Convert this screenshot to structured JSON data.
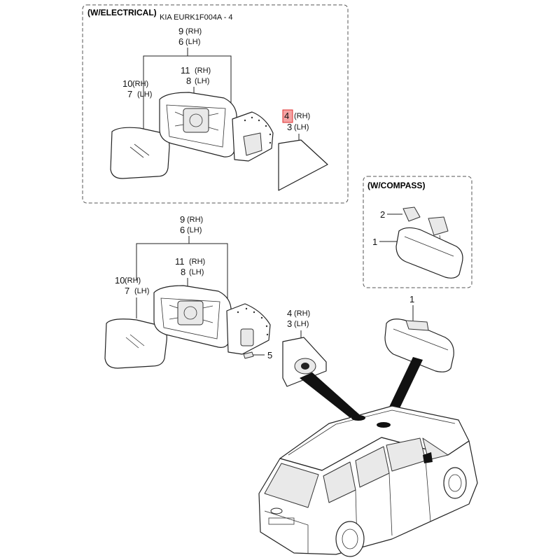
{
  "header": {
    "code": "KIA EURK1F004A - 4",
    "electrical_box_title": "(W/ELECTRICAL)",
    "compass_box_title": "(W/COMPASS)"
  },
  "electrical": {
    "c1_num": "9",
    "c1_side": "(RH)",
    "c2_num": "6",
    "c2_side": "(LH)",
    "c3_num": "11",
    "c3_side": "(RH)",
    "c4_num": "8",
    "c4_side": "(LH)",
    "c5_num": "10",
    "c5_side": "(RH)",
    "c6_num": "7",
    "c6_side": "(LH)",
    "c7_num": "4",
    "c7_side": "(RH)",
    "c8_num": "3",
    "c8_side": "(LH)"
  },
  "compass": {
    "c1_num": "2",
    "c2_num": "1"
  },
  "standard": {
    "c1_num": "9",
    "c1_side": "(RH)",
    "c2_num": "6",
    "c2_side": "(LH)",
    "c3_num": "11",
    "c3_side": "(RH)",
    "c4_num": "8",
    "c4_side": "(LH)",
    "c5_num": "10",
    "c5_side": "(RH)",
    "c6_num": "7",
    "c6_side": "(LH)",
    "c7_num": "4",
    "c7_side": "(RH)",
    "c8_num": "3",
    "c8_side": "(LH)",
    "c9_num": "5",
    "c10_num": "1"
  },
  "highlight_color": "#f4a3a3"
}
